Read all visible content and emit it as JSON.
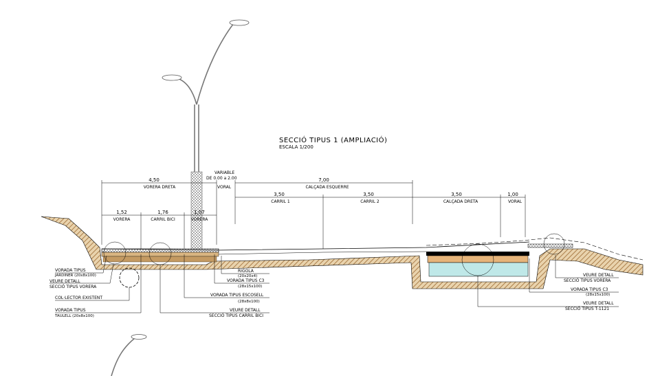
{
  "title": "SECCIÓ TIPUS 1 (AMPLIACIÓ)",
  "scale": "ESCALA 1/200",
  "top_dims": {
    "vorera_dreta_value": "4,50",
    "vorera_dreta_label": "VORERA DRETA",
    "variable_line1": "VARIABLE",
    "variable_line2": "DE 0.00 a 2.00",
    "voral_left_label": "VORAL",
    "calcada_esquerre_value": "7,00",
    "calcada_esquerre_label": "CALÇADA ESQUERRE",
    "calcada_dreta_value": "3,50",
    "calcada_dreta_label": "CALÇADA DRETA",
    "voral_right_value": "1,00",
    "voral_right_label": "VORAL"
  },
  "sub_dims": {
    "vorera_value": "1,52",
    "vorera_label": "VORERA",
    "carril_bici_value": "1,76",
    "carril_bici_label": "CARRIL BICI",
    "vorera2_value": "1,07",
    "vorera2_label": "VORERA",
    "carril1_value": "3,50",
    "carril1_label": "CARRIL 1",
    "carril2_value": "3,50",
    "carril2_label": "CARRIL 2"
  },
  "callouts": {
    "vorada_jardiner_1": "VORADA TIPUS",
    "vorada_jardiner_2": "JARDINER (20x8x100)",
    "veure_detall_vorera_1": "VEURE DETALL",
    "veure_detall_vorera_2": "SECCIÓ TIPUS VORERA",
    "collector": "COL·LECTOR EXISTENT",
    "vorada_taulell_1": "VORADA TIPUS",
    "vorada_taulell_2": "TAULELL (20x8x100)",
    "rigola_1": "RIGOLA",
    "rigola_2": "(20x20x4)",
    "vorada_c3_1": "VORADA TIPUS C3",
    "vorada_c3_2": "(28x15x100)",
    "vorada_escosell_1": "VORADA TIPUS ESCOSELL",
    "vorada_escosell_2": "(28x8x100)",
    "veure_detall_bici_1": "VEURE DETALL",
    "veure_detall_bici_2": "SECCIÓ TIPUS CARRIL BICI",
    "r_veure_vorera_1": "VEURE DETALL",
    "r_veure_vorera_2": "SECCIÓ TIPUS VORERA",
    "r_vorada_c3_1": "VORADA TIPUS C3",
    "r_vorada_c3_2": "(28x15x100)",
    "r_veure_t1121_1": "VEURE DETALL",
    "r_veure_t1121_2": "SECCIÓ TIPUS T-1121"
  },
  "colors": {
    "soil": "#b8864a",
    "road_base": "#e6b47a",
    "water": "#bfe8e8",
    "lamp": "#777777"
  }
}
